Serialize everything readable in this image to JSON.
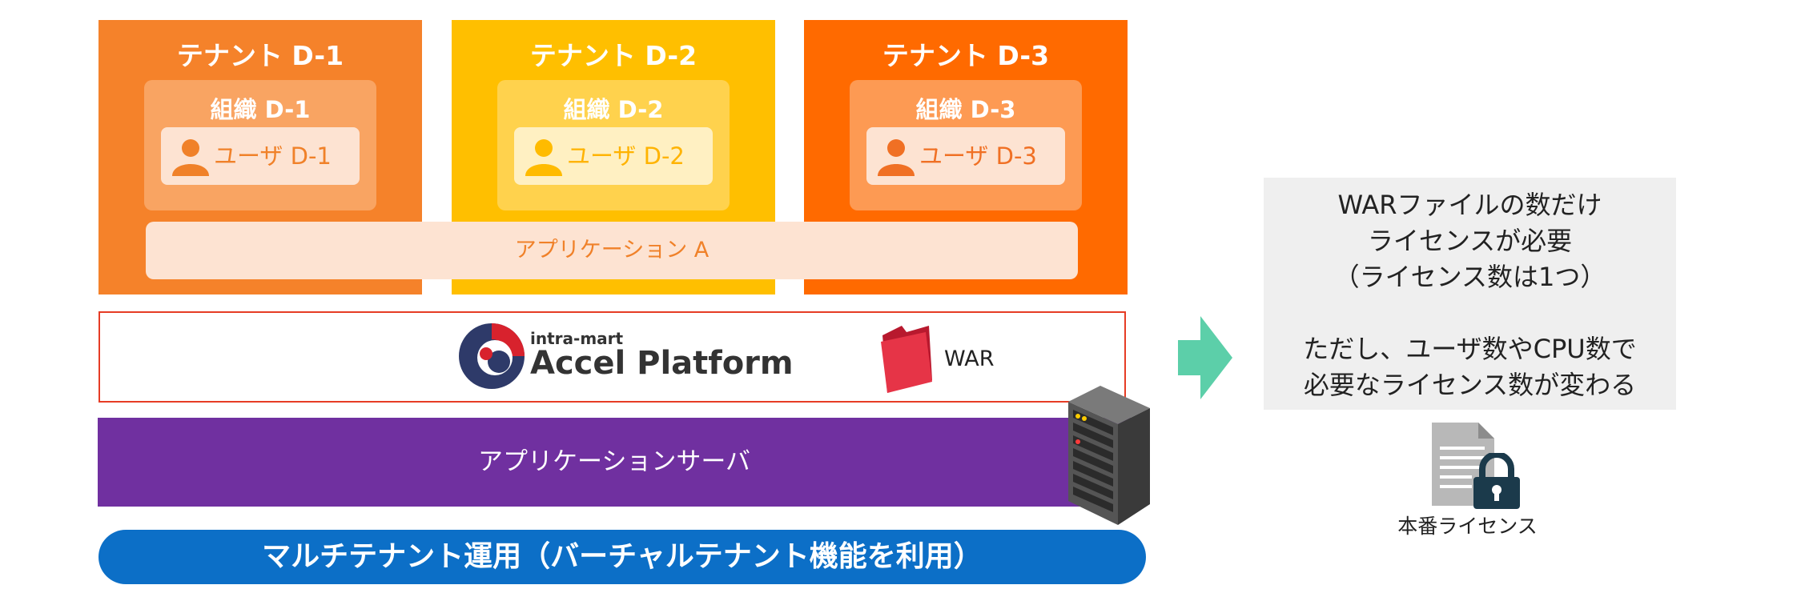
{
  "tenants": [
    {
      "title": "テナント D-1",
      "org": "組織 D-1",
      "user": "ユーザ D-1",
      "color": "#f5822a",
      "org_color": "#f9a462",
      "user_color": "#fde3d2",
      "icon_color": "#f08129"
    },
    {
      "title": "テナント D-2",
      "org": "組織 D-2",
      "user": "ユーザ D-2",
      "color": "#ffbf00",
      "org_color": "#ffd24d",
      "user_color": "#fff0c2",
      "icon_color": "#ffbb00"
    },
    {
      "title": "テナント D-3",
      "org": "組織 D-3",
      "user": "ユーザ D-3",
      "color": "#ff6a00",
      "org_color": "#fd9a53",
      "user_color": "#fde3d2",
      "icon_color": "#f07024"
    }
  ],
  "application": "アプリケーション A",
  "platform": {
    "brand_small": "intra-mart",
    "brand_large": "Accel Platform",
    "war": "WAR"
  },
  "app_server": "アプリケーションサーバ",
  "multi_tenant": "マルチテナント運用（バーチャルテナント機能を利用）",
  "note_lines": [
    "WARファイルの数だけ",
    "ライセンスが必要",
    "（ライセンス数は1つ）",
    "",
    "ただし、ユーザ数やCPU数で",
    "必要なライセンス数が変わる"
  ],
  "license_label": "本番ライセンス",
  "icons": [
    "user-icon",
    "folder-icon",
    "server-icon",
    "arrow-icon",
    "license-document-icon",
    "padlock-icon",
    "accel-logo-icon"
  ]
}
